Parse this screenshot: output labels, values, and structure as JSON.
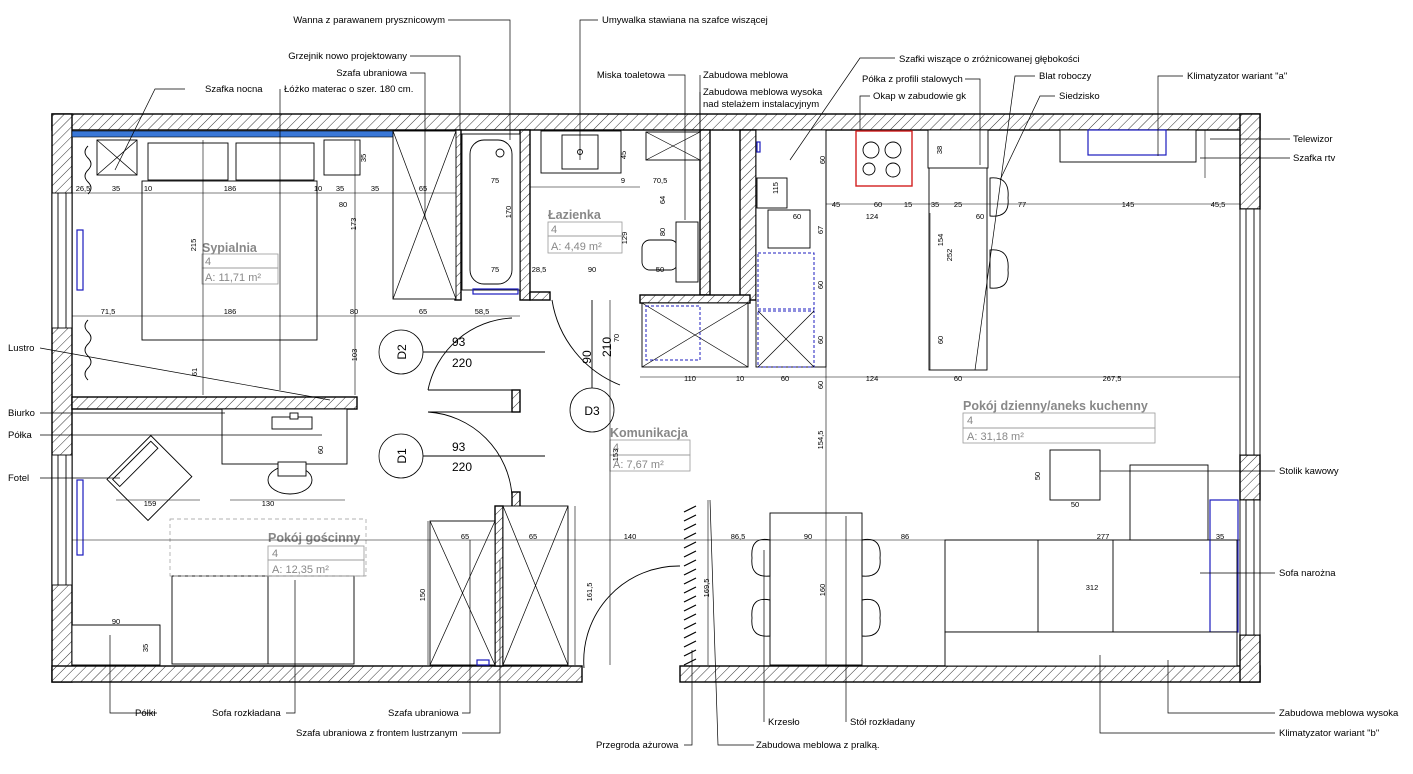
{
  "rooms": {
    "sypialnia": {
      "name": "Sypialnia",
      "num": "4",
      "area": "A: 11,71 m²"
    },
    "lazienka": {
      "name": "Łazienka",
      "num": "4",
      "area": "A: 4,49 m²"
    },
    "komunikacja": {
      "name": "Komunikacja",
      "num": "4",
      "area": "A: 7,67 m²"
    },
    "goscinny": {
      "name": "Pokój gościnny",
      "num": "4",
      "area": "A: 12,35 m²"
    },
    "dzienny": {
      "name": "Pokój dzienny/aneks kuchenny",
      "num": "4",
      "area": "A: 31,18 m²"
    }
  },
  "doors": {
    "d1": {
      "tag": "D1",
      "width": "93",
      "height": "220"
    },
    "d2": {
      "tag": "D2",
      "width": "93",
      "height": "220"
    },
    "d3": {
      "tag": "D3",
      "width": "90",
      "height": "210"
    }
  },
  "callouts": {
    "wanna": "Wanna z parawanem prysznicowym",
    "grzejnik": "Grzejnik nowo projektowany",
    "szafa_top": "Szafa ubraniowa",
    "szafka_nocna": "Szafka nocna",
    "lozko": "Łóżko materac o szer. 180 cm.",
    "umywalka": "Umywalka stawiana na szafce wiszącej",
    "miska": "Miska toaletowa",
    "zabudowa1": "Zabudowa meblowa",
    "zabudowa_wysoka1": "Zabudowa meblowa wysoka",
    "zabudowa_wysoka2": "nad stelażem instalacyjnym",
    "szafki_wiszace": "Szafki wiszące o zróżnicowanej głębokości",
    "polka_profili": "Półka z profili stalowych",
    "okap": "Okap w zabudowie gk",
    "blat": "Blat roboczy",
    "siedzisko": "Siedzisko",
    "klimatyzator_a": "Klimatyzator wariant \"a\"",
    "telewizor": "Telewizor",
    "szafka_rtv": "Szafka rtv",
    "lustro": "Lustro",
    "biurko": "Biurko",
    "polka": "Półka",
    "fotel": "Fotel",
    "stolik": "Stolik kawowy",
    "sofa_narozna": "Sofa narożna",
    "polki": "Półki",
    "sofa_rozkladana": "Sofa rozkładana",
    "szafa_bottom": "Szafa ubraniowa",
    "szafa_lustro": "Szafa ubraniowa z frontem lustrzanym",
    "przegroda": "Przegroda ażurowa",
    "zabudowa_pralka": "Zabudowa meblowa z pralką.",
    "krzeslo": "Krzesło",
    "stol": "Stół rozkładany",
    "zabudowa_wysoka_r": "Zabudowa meblowa wysoka",
    "klimatyzator_b": "Klimatyzator wariant \"b\""
  },
  "dims": {
    "d26_5": "26,5",
    "d35a": "35",
    "d10": "10",
    "d186a": "186",
    "d10b": "10",
    "d35b": "35",
    "d35c": "35",
    "d65a": "65",
    "d80a": "80",
    "d215": "215",
    "d173": "173",
    "d35v": "35",
    "d71_5": "71,5",
    "d186b": "186",
    "d80b": "80",
    "d65b": "65",
    "d58_5": "58,5",
    "d103": "103",
    "d61": "61",
    "d75a": "75",
    "d170": "170",
    "d75b": "75",
    "d28_5": "28,5",
    "d90a": "90",
    "d9": "9",
    "d70_5": "70,5",
    "d45": "45",
    "d64": "64",
    "d129": "129",
    "d80c": "80",
    "d50": "50",
    "d115": "115",
    "d60k": "60",
    "d45k": "45",
    "d60k2": "60",
    "d15": "15",
    "d35k": "35",
    "d25": "25",
    "d77": "77",
    "d145": "145",
    "d45_5": "45,5",
    "d60v1": "60",
    "d60h": "60",
    "d124a": "124",
    "d60h2": "60",
    "d38": "38",
    "d67": "67",
    "d154": "154",
    "d252": "252",
    "d60v2": "60",
    "d60v3": "60",
    "d60v4": "60",
    "d110": "110",
    "d10c": "10",
    "d60b": "60",
    "d124b": "124",
    "d60c": "60",
    "d267_5": "267,5",
    "d70": "70",
    "d153": "153",
    "d154_5": "154,5",
    "d50a": "50",
    "d50b": "50",
    "d159": "159",
    "d130": "130",
    "d60desk": "60",
    "d65c": "65",
    "d65d": "65",
    "d140": "140",
    "d86_5": "86,5",
    "d90t": "90",
    "d86": "86",
    "d277": "277",
    "d35s": "35",
    "d312": "312",
    "d150": "150",
    "d161_5": "161,5",
    "d169_5": "169,5",
    "d160": "160",
    "d90p": "90",
    "d35p": "35"
  },
  "colors": {
    "accent_blue": "#1c1cbf",
    "radiator_blue": "#3a78d8",
    "hob_red": "#d22020",
    "room_label": "#888888"
  }
}
